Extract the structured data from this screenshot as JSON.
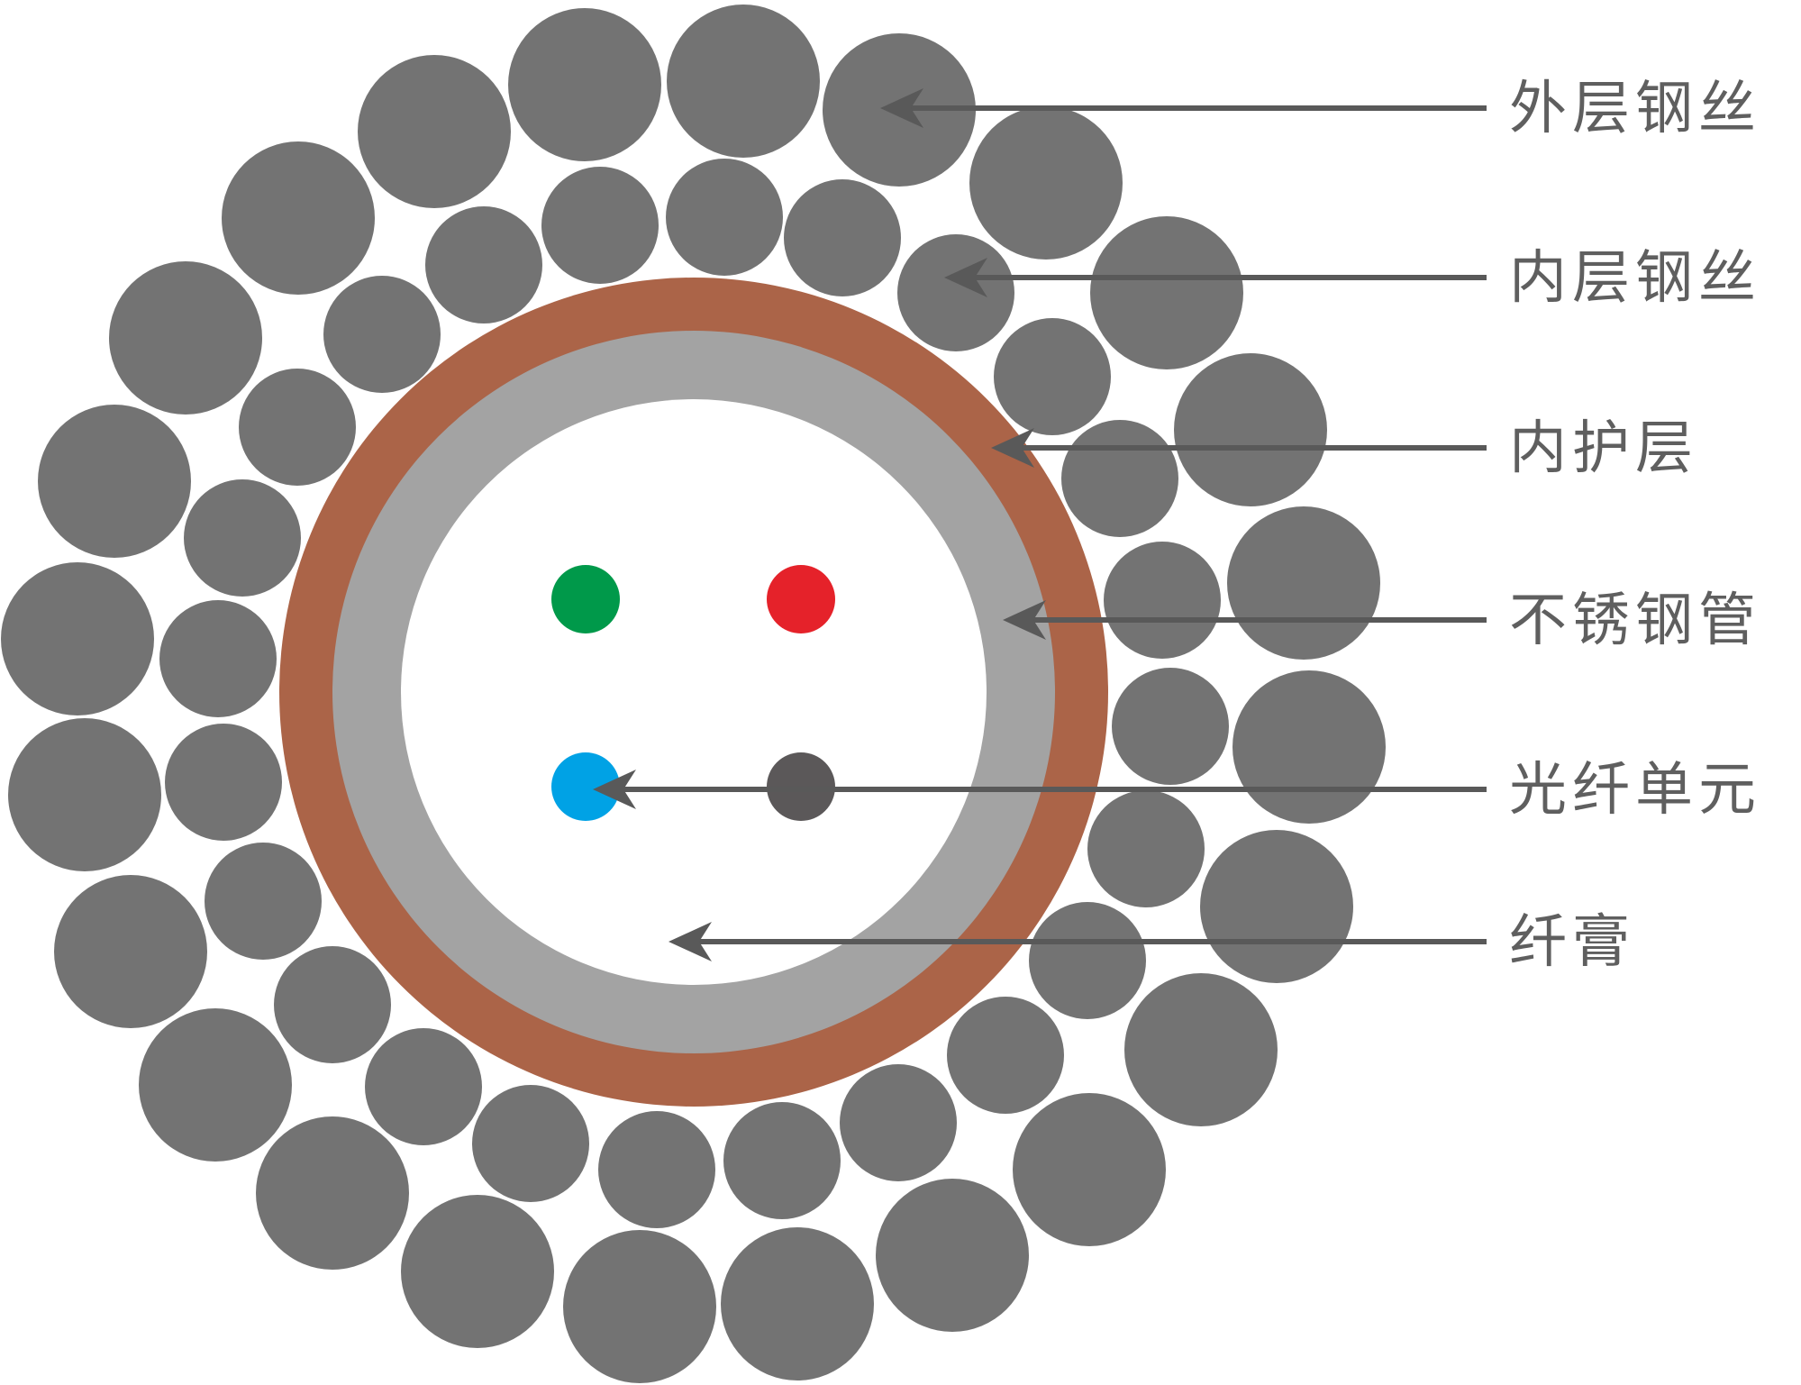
{
  "diagram": {
    "colors": {
      "wire": "#737373",
      "inner_sheath": "#ab6448",
      "steel_tube": "#a3a3a3",
      "gel": "#ffffff",
      "leader_line": "#595959",
      "label_text": "#5f5f5f"
    },
    "fibers": [
      {
        "color_name": "green",
        "color": "#00994a"
      },
      {
        "color_name": "red",
        "color": "#e5222a"
      },
      {
        "color_name": "blue",
        "color": "#00a2e5"
      },
      {
        "color_name": "dark-gray",
        "color": "#5b5859"
      }
    ],
    "labels": [
      {
        "id": "outer-steel-wire",
        "text": "外层钢丝"
      },
      {
        "id": "inner-steel-wire",
        "text": "内层钢丝"
      },
      {
        "id": "inner-sheath",
        "text": "内护层"
      },
      {
        "id": "stainless-steel-tube",
        "text": "不锈钢管"
      },
      {
        "id": "fiber-unit",
        "text": "光纤单元"
      },
      {
        "id": "fiber-gel",
        "text": "纤膏"
      }
    ]
  }
}
